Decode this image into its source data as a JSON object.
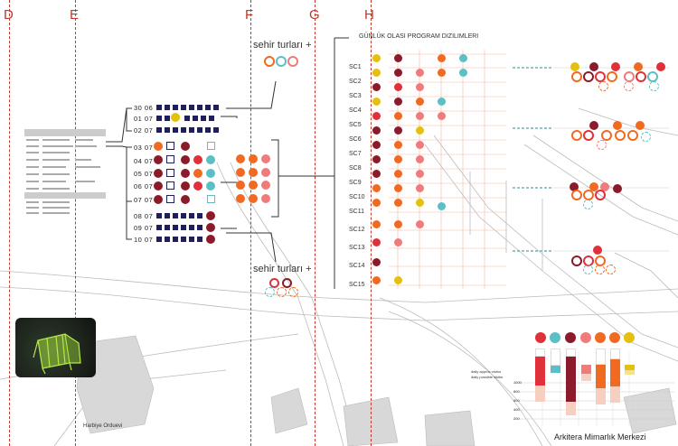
{
  "grid_labels": [
    "D",
    "E",
    "F",
    "G",
    "H"
  ],
  "program_title": "GÜNLÜK OLASI PROGRAM DIZILIMLERI",
  "tour_labels": {
    "top": "sehir turları +",
    "bottom": "sehir turları +"
  },
  "dates": [
    "30 06",
    "01 07",
    "02 07",
    "03 07",
    "04 07",
    "05 07",
    "06 07",
    "07 07",
    "08 07",
    "09 07",
    "10 07"
  ],
  "scenarios": [
    "SC1",
    "SC2",
    "SC3",
    "SC4",
    "SC5",
    "SC6",
    "SC7",
    "SC8",
    "SC9",
    "SC10",
    "SC11",
    "SC12",
    "SC13",
    "SC14",
    "SC15"
  ],
  "chart_legend": [
    "daily approx visitor",
    "daily possible visitor"
  ],
  "chart_axis_ticks": [
    "1000",
    "800",
    "600",
    "400",
    "200"
  ],
  "place_label": "Harbiye Orduevi",
  "footer_text": "Arkitera Mimarlık Merkezi",
  "colors": {
    "yellow": "#e5c00e",
    "maroon": "#8b1a2b",
    "coral": "#f07b7b",
    "orange": "#f06a22",
    "teal": "#5bbfc5",
    "red": "#e0303a",
    "navy": "#1f1f5e",
    "grid": "#c0392b"
  }
}
